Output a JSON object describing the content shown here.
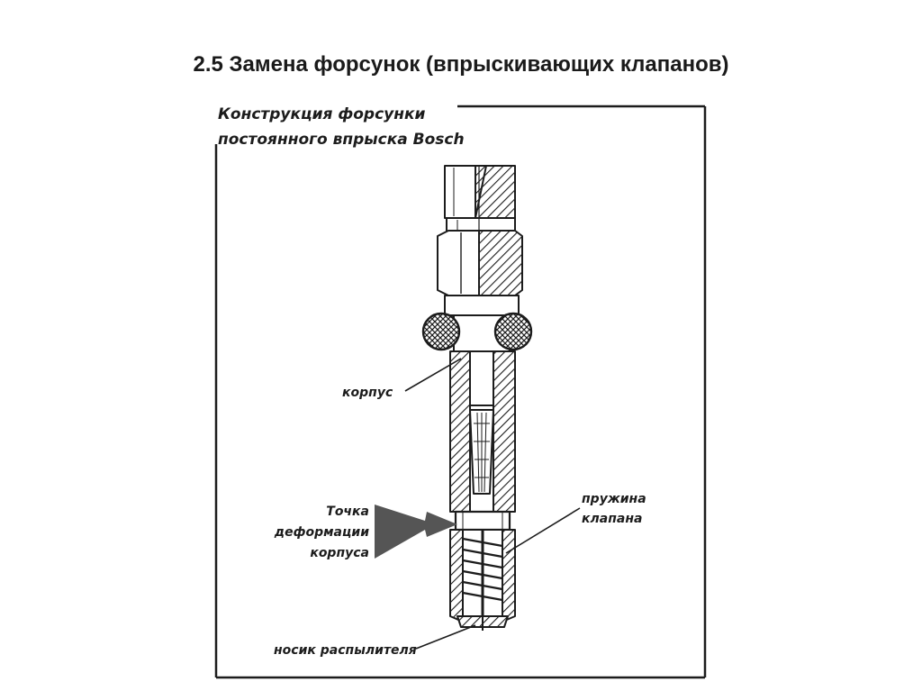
{
  "slide": {
    "title": "2.5 Замена форсунок (впрыскивающих клапанов)"
  },
  "figure": {
    "caption_line1": "Конструкция форсунки",
    "caption_line2": "постоянного впрыска Bosch",
    "labels": {
      "body": "корпус",
      "deform_line1": "Точка",
      "deform_line2": "деформации",
      "deform_line3": "корпуса",
      "spring_line1": "пружина",
      "spring_line2": "клапана",
      "nozzle": "носик распылителя"
    }
  },
  "colors": {
    "ink": "#1c1c1c",
    "arrow": "#555555",
    "paper": "#ffffff"
  }
}
